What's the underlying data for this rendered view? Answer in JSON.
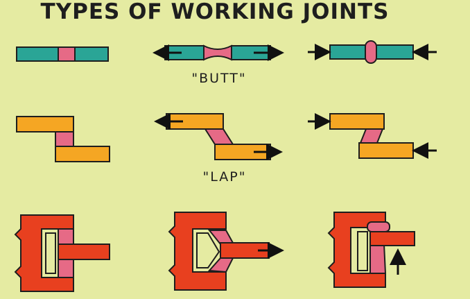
{
  "title": "TYPES OF WORKING JOINTS",
  "rows": [
    {
      "id": "butt",
      "label": "\"BUTT\""
    },
    {
      "id": "lap",
      "label": "\"LAP\""
    },
    {
      "id": "housing",
      "label": ""
    }
  ],
  "colors": {
    "background": "#e5eba2",
    "outline": "#1e1e1e",
    "butt_member": "#2aa596",
    "lap_member": "#f5a623",
    "housing_member": "#e8401f",
    "sealant": "#e66a86",
    "arrow": "#111111"
  }
}
